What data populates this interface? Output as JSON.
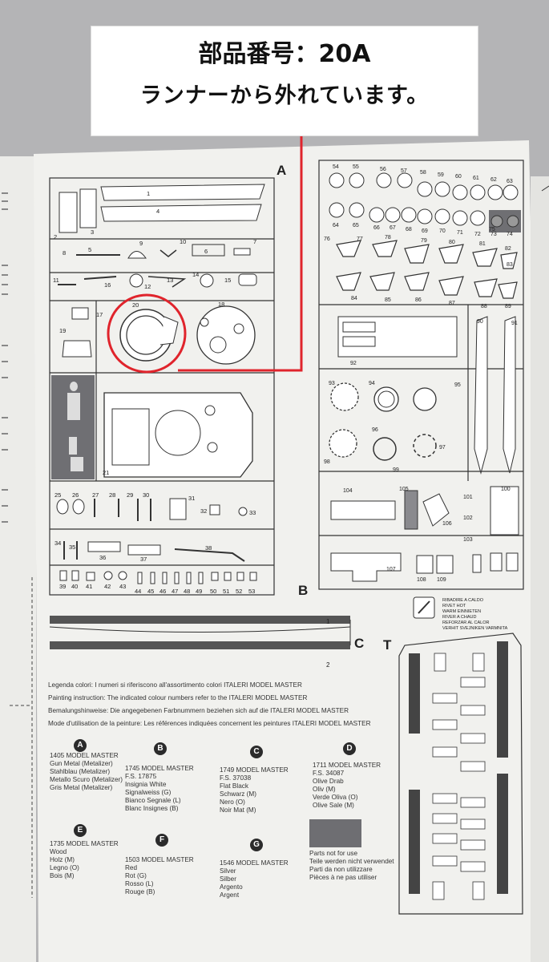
{
  "caption": {
    "line1": "部品番号：20A",
    "line2": "ランナーから外れています。"
  },
  "sprue_letters": {
    "a": "A",
    "b": "B",
    "c": "C",
    "t": "T"
  },
  "legend": {
    "lines": [
      "Legenda colori: I numeri si riferiscono all'assortimento colori ITALERI MODEL MASTER",
      "Painting instruction: The indicated colour numbers refer to the ITALERI MODEL MASTER",
      "Bemalungshinweise: Die angegebenen Farbnummern beziehen sich auf die ITALERI MODEL MASTER",
      "Mode d'utilisation de la peinture: Les références indiquées concernent les peintures ITALERI MODEL MASTER"
    ]
  },
  "paints": [
    {
      "badge": "A",
      "lines": [
        "1405 MODEL MASTER",
        "Gun Metal (Metalizer)",
        "Stahlblau (Metalizer)",
        "Metallo Scuro (Metalizer)",
        "Gris Metal (Metalizer)"
      ]
    },
    {
      "badge": "B",
      "lines": [
        "1745 MODEL MASTER",
        "F.S. 17875",
        "Insignia White",
        "Signalweiss (G)",
        "Bianco Segnale (L)",
        "Blanc Insignes (B)"
      ]
    },
    {
      "badge": "C",
      "lines": [
        "1749 MODEL MASTER",
        "F.S. 37038",
        "Flat Black",
        "Schwarz (M)",
        "Nero (O)",
        "Noir Mat (M)"
      ]
    },
    {
      "badge": "D",
      "lines": [
        "1711 MODEL MASTER",
        "F.S. 34087",
        "Olive Drab",
        "Oliv (M)",
        "Verde Oliva (O)",
        "Olive Sale (M)"
      ]
    },
    {
      "badge": "E",
      "lines": [
        "1735 MODEL MASTER",
        "Wood",
        "Holz (M)",
        "Legno (O)",
        "Bois (M)"
      ]
    },
    {
      "badge": "F",
      "lines": [
        "1503 MODEL MASTER",
        "Red",
        "Rot (G)",
        "Rosso (L)",
        "Rouge (B)"
      ]
    },
    {
      "badge": "G",
      "lines": [
        "1546 MODEL MASTER",
        "Silver",
        "Silber",
        "Argento",
        "Argent"
      ]
    }
  ],
  "not_for_use": [
    "Parts not for use",
    "Teile werden nicht verwendet",
    "Parti da non utilizzare",
    "Pièces à ne pas utiliser"
  ],
  "rivet_note": [
    "RIBADIRE A CALDO",
    "RIVET HOT",
    "WARM EINNIETEN",
    "RIVER A CHAUD",
    "REFORZAR AL CALOR",
    "VERHIT SVEJNIKEN VARMNITA"
  ],
  "track_labels": {
    "one": "1",
    "two": "2"
  },
  "part_numbers_a": [
    "1",
    "2",
    "3",
    "4",
    "5",
    "6",
    "7",
    "8",
    "9",
    "10",
    "11",
    "12",
    "13",
    "14",
    "15",
    "16",
    "17",
    "18",
    "19",
    "20",
    "21",
    "25",
    "26",
    "27",
    "28",
    "29",
    "30",
    "31",
    "32",
    "33",
    "34",
    "35",
    "36",
    "37",
    "38",
    "39",
    "40",
    "41",
    "42",
    "43",
    "44",
    "45",
    "46",
    "47",
    "48",
    "49",
    "50",
    "51",
    "52",
    "53"
  ],
  "part_numbers_b": [
    "54",
    "55",
    "56",
    "57",
    "58",
    "59",
    "60",
    "61",
    "62",
    "63",
    "64",
    "65",
    "66",
    "67",
    "68",
    "69",
    "70",
    "71",
    "72",
    "73",
    "74",
    "75",
    "76",
    "77",
    "78",
    "79",
    "80",
    "81",
    "82",
    "83",
    "84",
    "85",
    "86",
    "87",
    "88",
    "89",
    "90",
    "91",
    "92",
    "93",
    "94",
    "95",
    "96",
    "97",
    "98",
    "99",
    "100",
    "101",
    "102",
    "103",
    "104",
    "105",
    "106",
    "107",
    "108",
    "109"
  ],
  "colors": {
    "highlight": "#e0242c",
    "paper": "#f2f2f0",
    "ink": "#2a2a2a"
  }
}
